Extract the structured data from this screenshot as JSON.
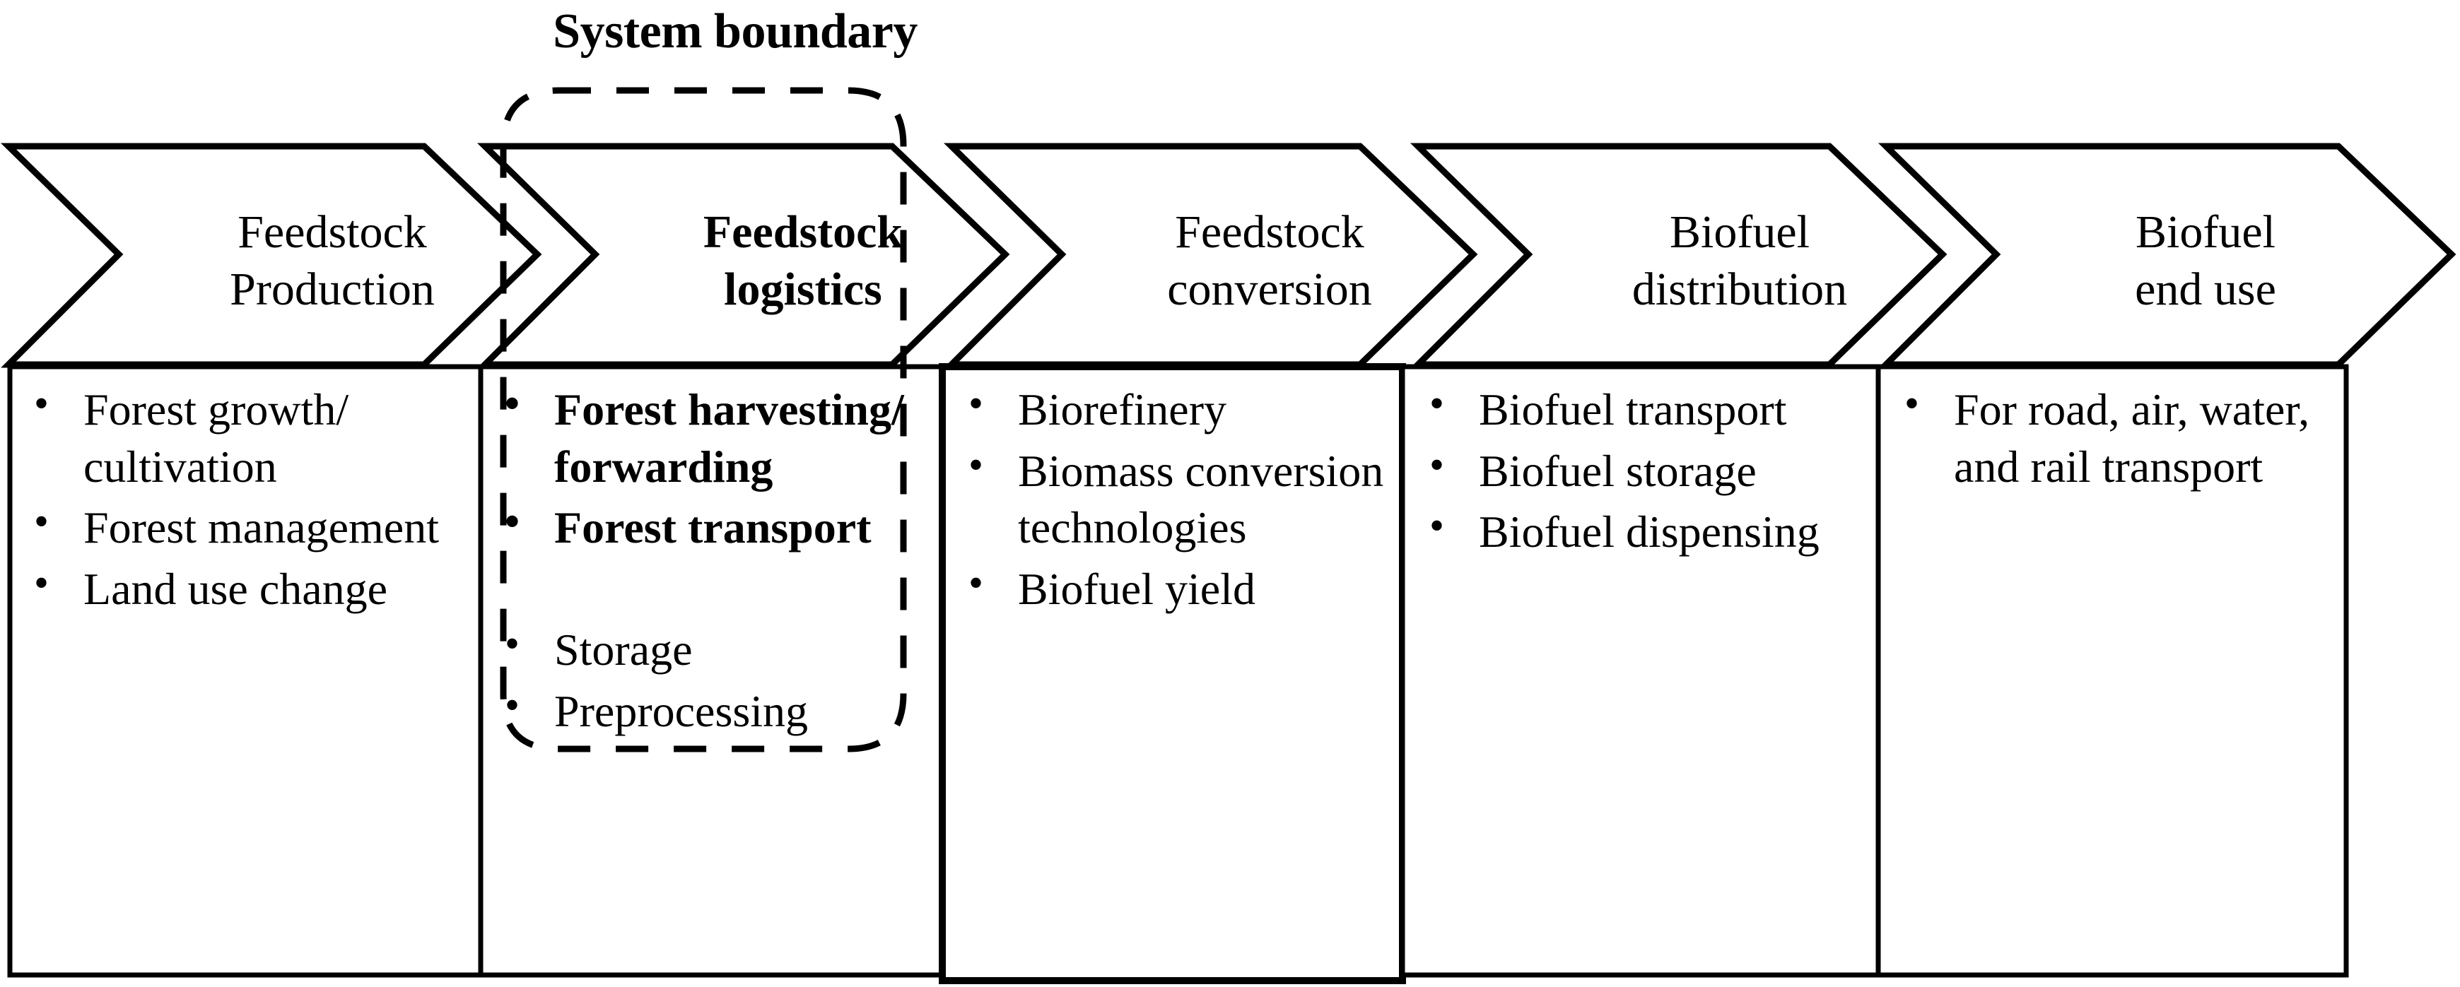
{
  "figure": {
    "boundary_label": "System boundary",
    "boundary_highlight_color": "#000000",
    "line_color": "#000000",
    "background_color": "#ffffff"
  },
  "stages": [
    {
      "id": "feedstock-production",
      "header_lines": [
        "Feedstock",
        "Production"
      ],
      "header_bold": false,
      "items": [
        {
          "text": "Forest growth/ cultivation",
          "bold": false
        },
        {
          "text": "Forest management",
          "bold": false
        },
        {
          "text": "Land use change",
          "bold": false
        }
      ],
      "items_secondary": []
    },
    {
      "id": "feedstock-logistics",
      "header_lines": [
        "Feedstock",
        "logistics"
      ],
      "header_bold": true,
      "items": [
        {
          "text": "Forest harvesting/ forwarding",
          "bold": true
        },
        {
          "text": "Forest transport",
          "bold": true
        }
      ],
      "items_secondary": [
        {
          "text": "Storage",
          "bold": false
        },
        {
          "text": "Preprocessing",
          "bold": false
        }
      ]
    },
    {
      "id": "feedstock-conversion",
      "header_lines": [
        "Feedstock",
        "conversion"
      ],
      "header_bold": false,
      "items": [
        {
          "text": "Biorefinery",
          "bold": false
        },
        {
          "text": "Biomass conversion technologies",
          "bold": false
        },
        {
          "text": "Biofuel yield",
          "bold": false
        }
      ],
      "items_secondary": []
    },
    {
      "id": "biofuel-distribution",
      "header_lines": [
        "Biofuel",
        "distribution"
      ],
      "header_bold": false,
      "items": [
        {
          "text": "Biofuel transport",
          "bold": false
        },
        {
          "text": "Biofuel storage",
          "bold": false
        },
        {
          "text": "Biofuel dispensing",
          "bold": false
        }
      ],
      "items_secondary": []
    },
    {
      "id": "biofuel-end-use",
      "header_lines": [
        "Biofuel",
        "end use"
      ],
      "header_bold": false,
      "items": [
        {
          "text": "For road, air, water, and rail transport",
          "bold": false
        }
      ],
      "items_secondary": []
    }
  ]
}
